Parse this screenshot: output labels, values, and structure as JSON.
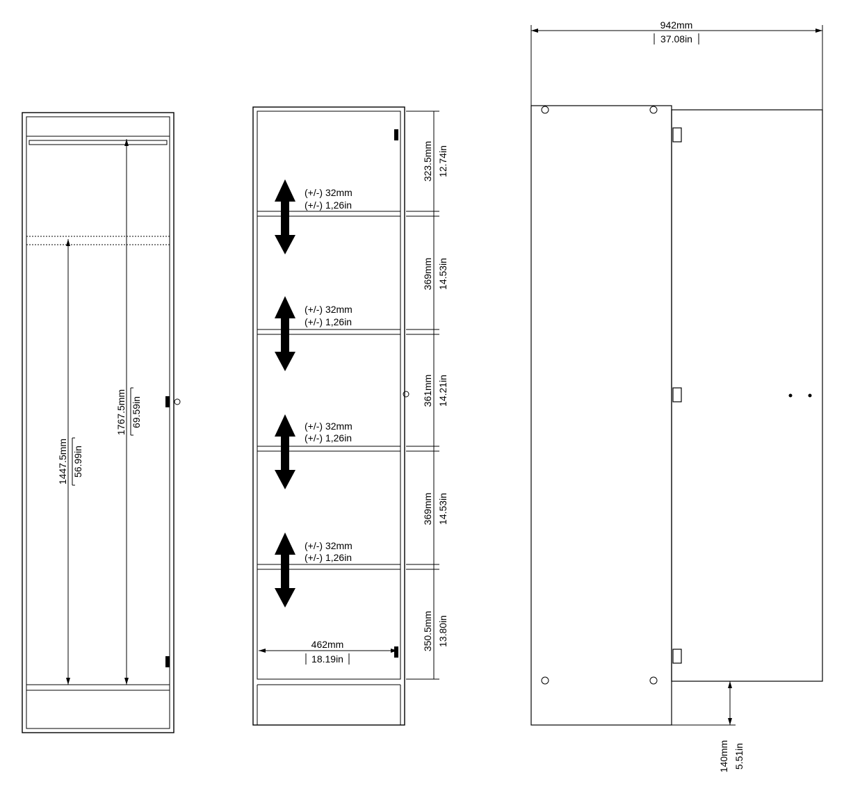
{
  "colors": {
    "line": "#000000",
    "background": "#ffffff"
  },
  "front_view": {
    "dim_hanging_mm": "1447.5mm",
    "dim_hanging_in": "56.99in",
    "dim_total_mm": "1767.5mm",
    "dim_total_in": "69.59in"
  },
  "shelf_view": {
    "adjust_mm": "(+/-) 32mm",
    "adjust_in": "(+/-) 1,26in",
    "gaps": [
      {
        "mm": "323.5mm",
        "in": "12.74in"
      },
      {
        "mm": "369mm",
        "in": "14.53in"
      },
      {
        "mm": "361mm",
        "in": "14.21in"
      },
      {
        "mm": "369mm",
        "in": "14.53in"
      },
      {
        "mm": "350.5mm",
        "in": "13.80in"
      }
    ],
    "depth_mm": "462mm",
    "depth_in": "18.19in",
    "icon": "double-arrow-icon"
  },
  "top_view": {
    "width_mm": "942mm",
    "width_in": "37.08in",
    "base_mm": "140mm",
    "base_in": "5.51in"
  }
}
